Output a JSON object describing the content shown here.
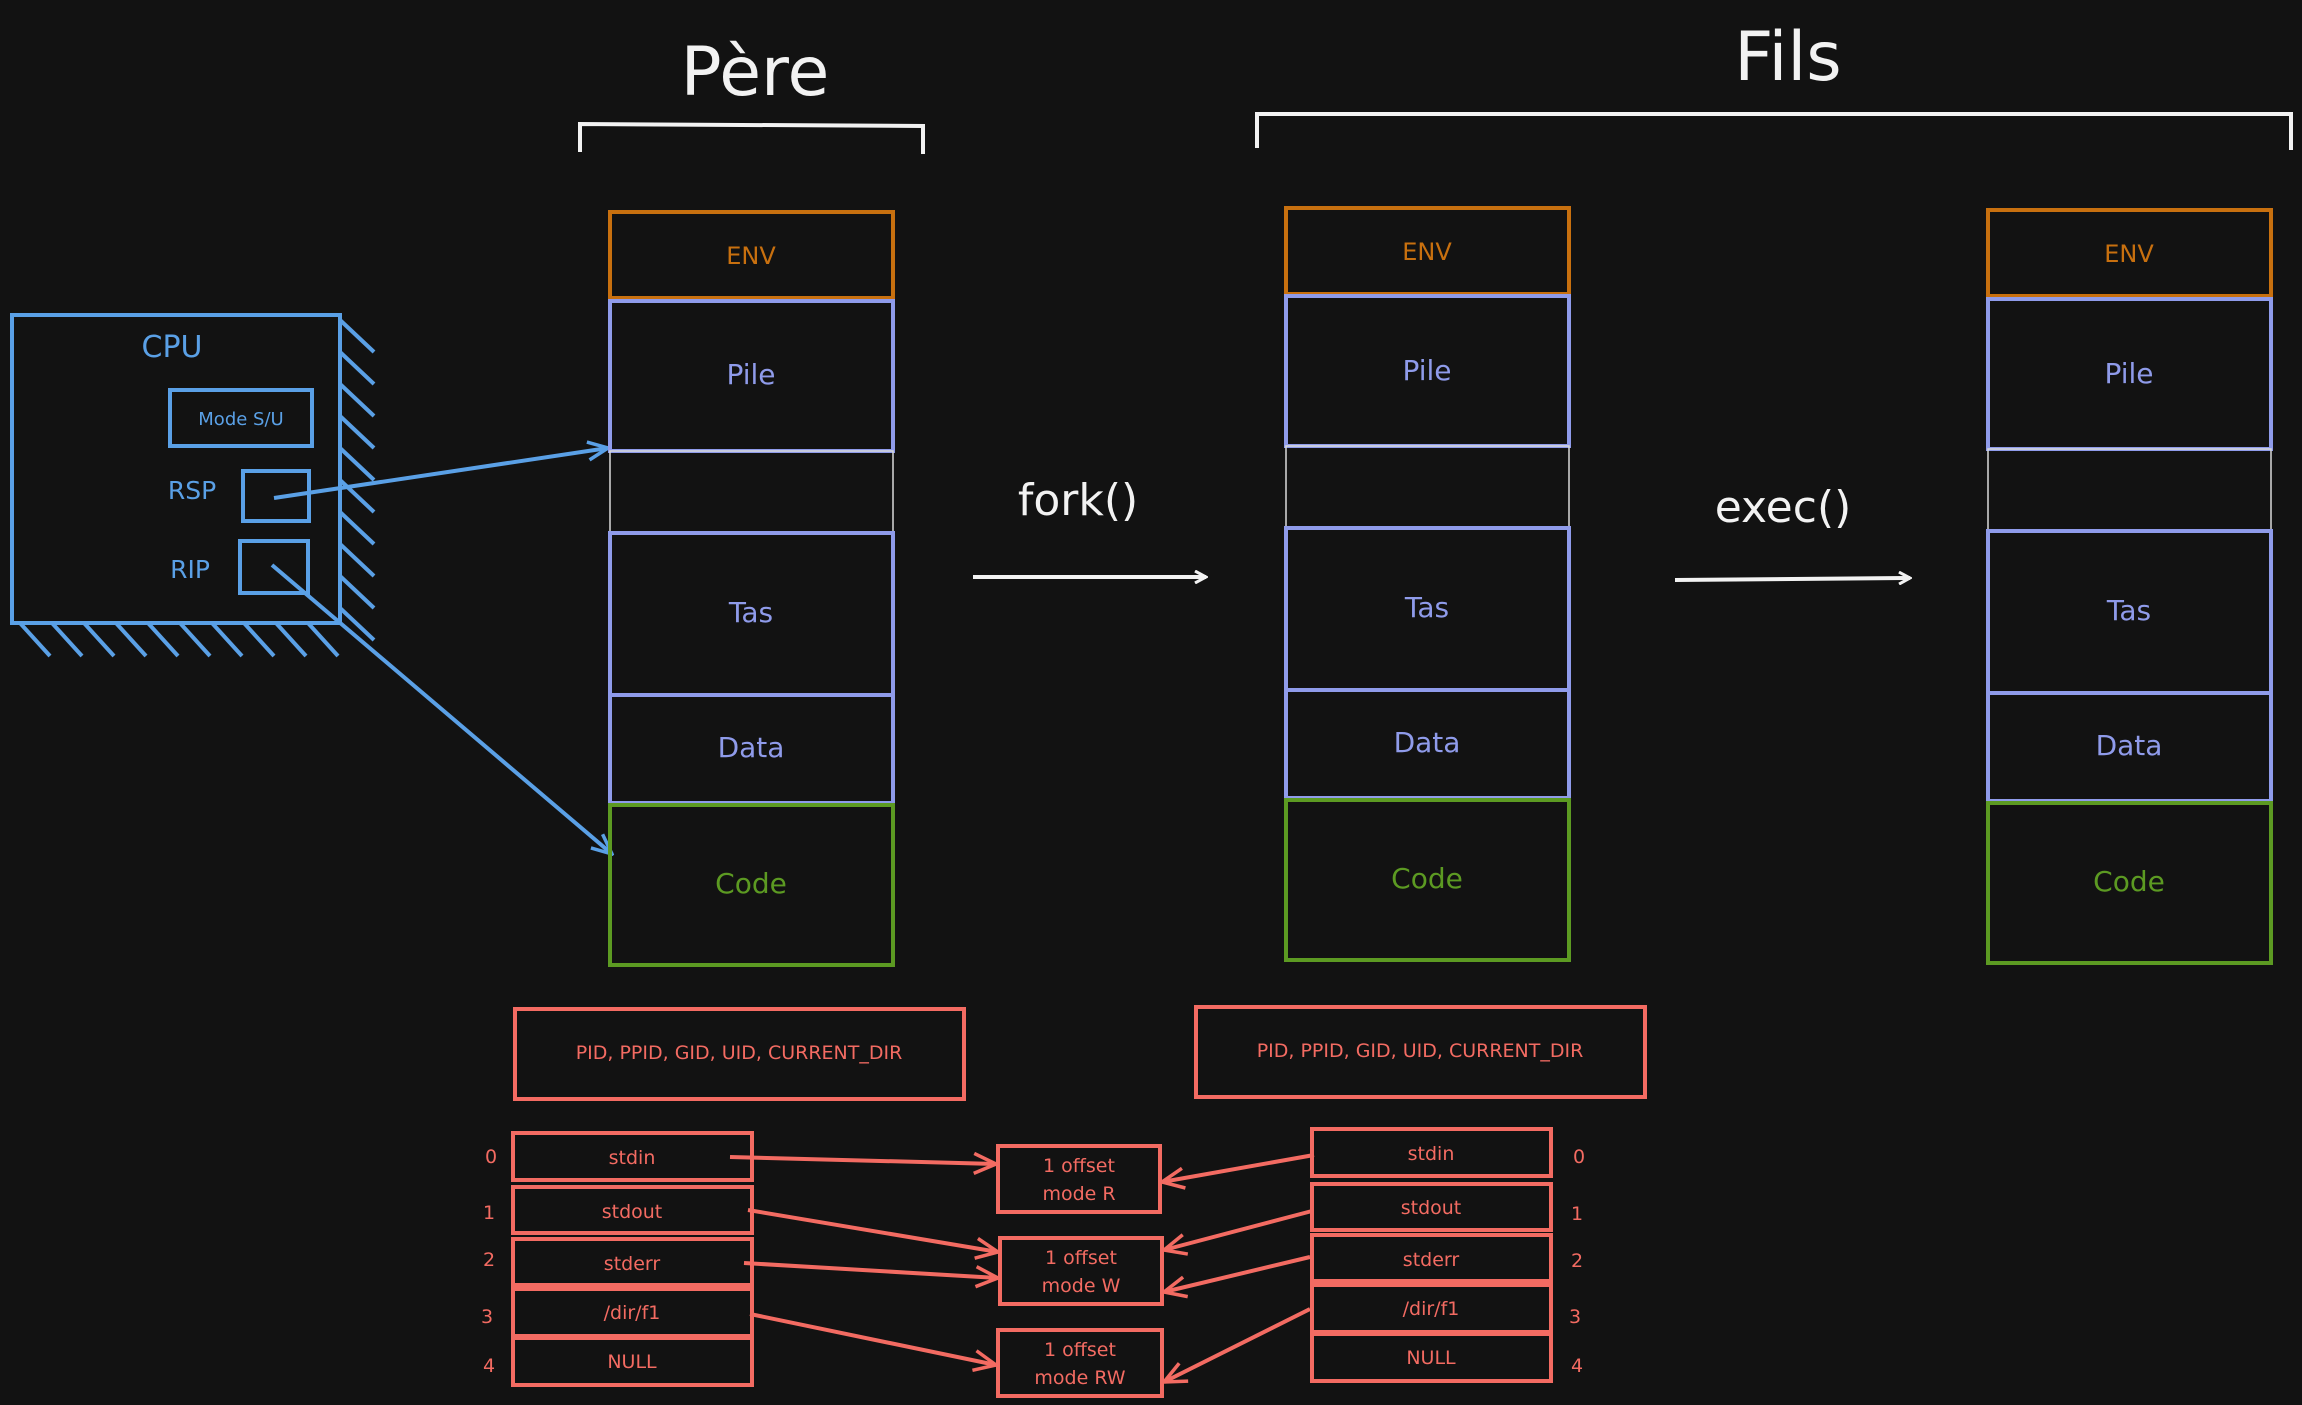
{
  "colors": {
    "background": "#121212",
    "white": "#f2f2f2",
    "env": "#c8700f",
    "memory": "#8f9bea",
    "code": "#5c9a22",
    "cpu": "#5aa0e6",
    "process": "#f36b62"
  },
  "titles": {
    "parent": "Père",
    "child": "Fils"
  },
  "transitions": {
    "fork": "fork()",
    "exec": "exec()"
  },
  "cpu": {
    "title": "CPU",
    "mode": "Mode S/U",
    "rsp": "RSP",
    "rip": "RIP"
  },
  "segments": {
    "env": "ENV",
    "stack": "Pile",
    "heap": "Tas",
    "data": "Data",
    "code": "Code"
  },
  "process_info": "PID, PPID, GID, UID, CURRENT_DIR",
  "fd_indices": [
    "0",
    "1",
    "2",
    "3",
    "4"
  ],
  "fd_entries": [
    "stdin",
    "stdout",
    "stderr",
    "/dir/f1",
    "NULL"
  ],
  "open_files": [
    {
      "line1": "1 offset",
      "line2": "mode R"
    },
    {
      "line1": "1 offset",
      "line2": "mode W"
    },
    {
      "line1": "1 offset",
      "line2": "mode RW"
    }
  ]
}
